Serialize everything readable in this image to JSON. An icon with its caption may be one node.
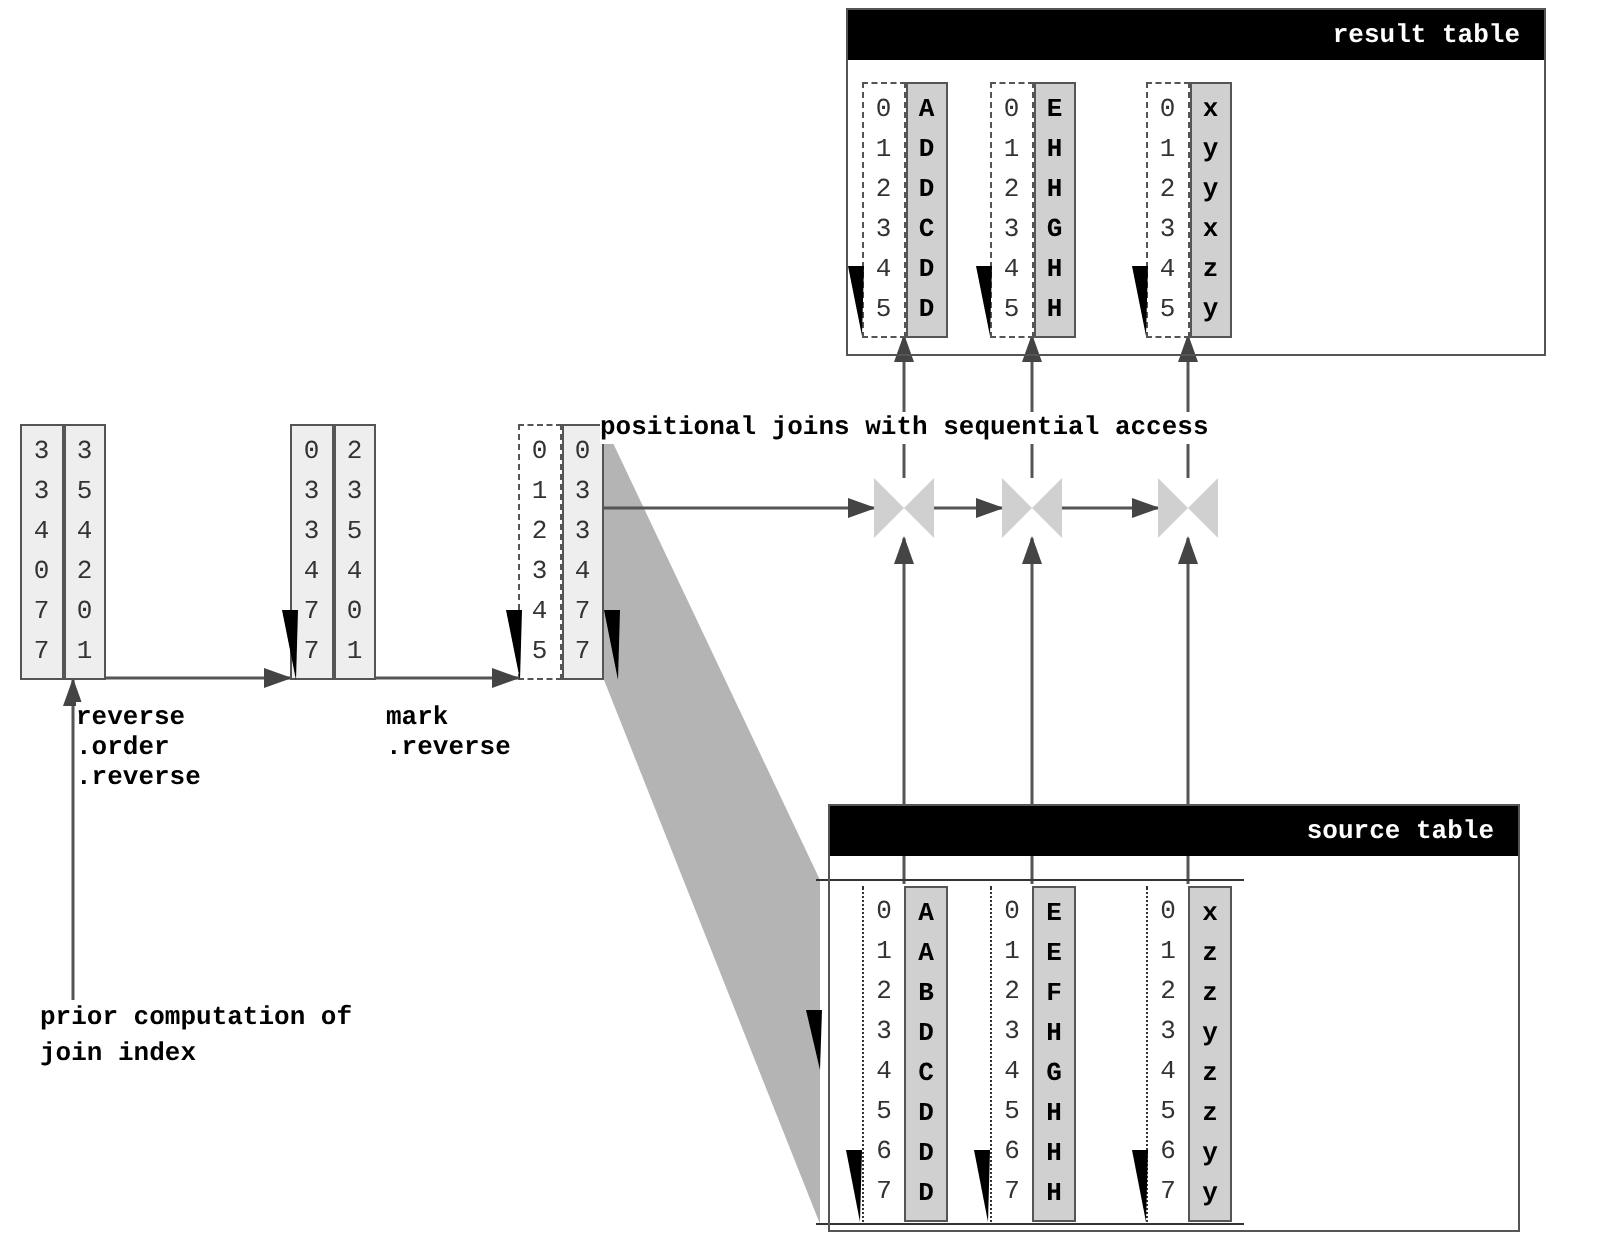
{
  "diagram": {
    "nodes": [
      {
        "text": [
          "3 3 4 0 7 7",
          "3 5 4 2 0 1"
        ]
      },
      {
        "text": [
          "0 3 3 4 7 7",
          "2 3 5 4 0 1"
        ]
      },
      {
        "text": [
          "0 1 2 3 4 5",
          "0 3 3 4 7 7"
        ]
      },
      {
        "text": [
          "result table"
        ]
      },
      {
        "text": [
          "0 1 2 3 4 5",
          "A D D C D D"
        ],
        "in": 3
      },
      {
        "text": [
          "0 1 2 3 4 5",
          "E H H G H H"
        ],
        "in": 3
      },
      {
        "text": [
          "0 1 2 3 4 5",
          "x y y x z y"
        ],
        "in": 3
      },
      {
        "text": [
          "source table"
        ]
      },
      {
        "text": [
          "0 1 2 3 4 5 6 7",
          "A A B D C D D D"
        ],
        "in": 7
      },
      {
        "text": [
          "0 1 2 3 4 5 6 7",
          "E E F H G H H H"
        ],
        "in": 7
      },
      {
        "text": [
          "0 1 2 3 4 5 6 7",
          "x z z y z z y y"
        ],
        "in": 7
      },
      {
        "text": [],
        "shape": "bowtie"
      },
      {
        "text": [],
        "shape": "bowtie"
      },
      {
        "text": [],
        "shape": "bowtie"
      },
      {
        "text": [
          "prior computation of join index"
        ]
      }
    ],
    "edges": [
      {
        "from": 14,
        "to": 0,
        "arrow": "to"
      },
      {
        "from": 0,
        "to": 1,
        "arrow": "to",
        "label": "reverse .order .reverse"
      },
      {
        "from": 1,
        "to": 2,
        "arrow": "to",
        "label": "mark .reverse"
      },
      {
        "from": 2,
        "to": 11,
        "arrow": "to"
      },
      {
        "from": 11,
        "to": 12,
        "arrow": "to"
      },
      {
        "from": 12,
        "to": 13,
        "arrow": "to"
      },
      {
        "from": 8,
        "to": 11,
        "arrow": "to"
      },
      {
        "from": 9,
        "to": 12,
        "arrow": "to"
      },
      {
        "from": 10,
        "to": 13,
        "arrow": "to"
      },
      {
        "from": 11,
        "to": 4,
        "arrow": "to"
      },
      {
        "from": 12,
        "to": 5,
        "arrow": "to"
      },
      {
        "from": 13,
        "to": 6,
        "arrow": "to"
      }
    ],
    "labels": [
      "positional joins with sequential access"
    ]
  }
}
